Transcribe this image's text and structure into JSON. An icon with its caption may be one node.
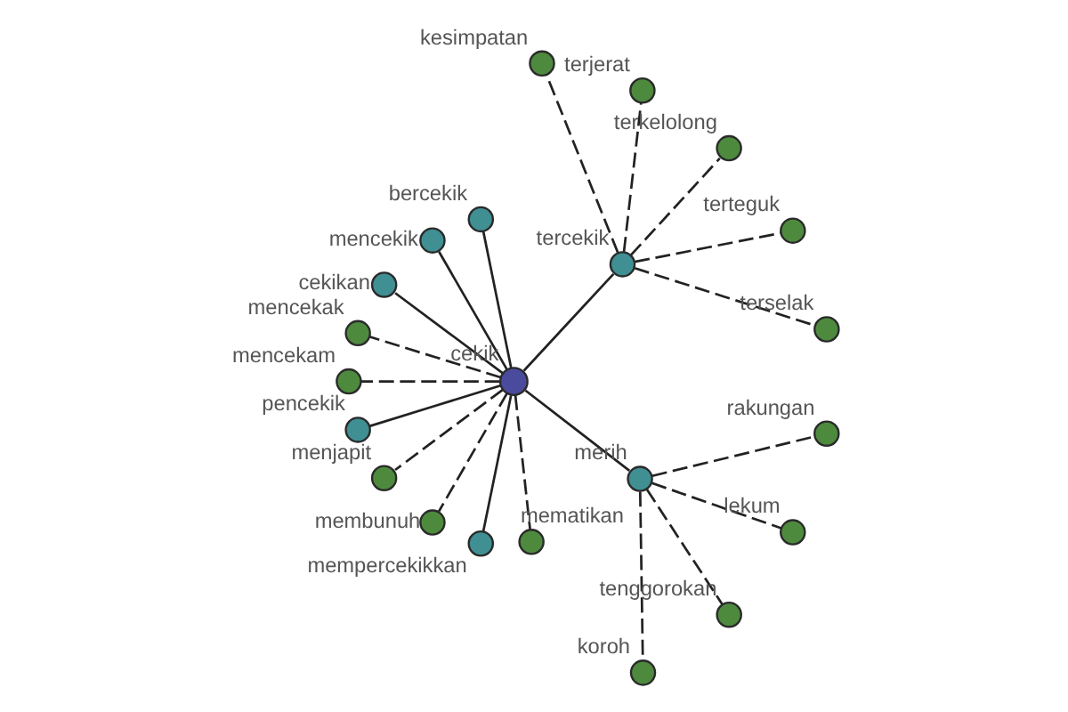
{
  "diagram": {
    "nodes": [
      {
        "text": [],
        "shape": "circle",
        "beside": [
          "terselak"
        ]
      },
      {
        "text": [],
        "shape": "circle",
        "beside": [
          "terteguk"
        ]
      },
      {
        "text": [],
        "shape": "circle",
        "beside": [
          "terkelolong"
        ]
      },
      {
        "text": [],
        "shape": "circle",
        "beside": [
          "terjerat"
        ]
      },
      {
        "text": [],
        "shape": "circle",
        "beside": [
          "kesimpatan"
        ]
      },
      {
        "text": [],
        "shape": "circle",
        "beside": [
          "tercekik"
        ]
      },
      {
        "text": [],
        "shape": "circle",
        "beside": [
          "bercekik"
        ]
      },
      {
        "text": [],
        "shape": "circle",
        "beside": [
          "mencekik"
        ]
      },
      {
        "text": [],
        "shape": "circle",
        "beside": [
          "cekikan"
        ]
      },
      {
        "text": [],
        "shape": "circle",
        "beside": [
          "mencekak"
        ]
      },
      {
        "text": [],
        "shape": "circle",
        "beside": [
          "mencekam"
        ]
      },
      {
        "text": [],
        "shape": "circle",
        "beside": [
          "cekik"
        ]
      },
      {
        "text": [],
        "shape": "circle",
        "beside": [
          "pencekik"
        ]
      },
      {
        "text": [],
        "shape": "circle",
        "beside": [
          "menjapit"
        ]
      },
      {
        "text": [],
        "shape": "circle",
        "beside": [
          "membunuh"
        ]
      },
      {
        "text": [],
        "shape": "circle",
        "beside": [
          "mempercekikkan"
        ]
      },
      {
        "text": [],
        "shape": "circle",
        "beside": [
          "mematikan"
        ]
      },
      {
        "text": [],
        "shape": "circle",
        "beside": [
          "merih"
        ]
      },
      {
        "text": [],
        "shape": "circle",
        "beside": [
          "koroh"
        ]
      },
      {
        "text": [],
        "shape": "circle",
        "beside": [
          "tenggorokan"
        ]
      },
      {
        "text": [],
        "shape": "circle",
        "beside": [
          "lekum"
        ]
      },
      {
        "text": [],
        "shape": "circle",
        "beside": [
          "rakungan"
        ]
      }
    ],
    "edges": [
      {
        "from": 11,
        "to": 5,
        "arrow": "none"
      },
      {
        "from": 11,
        "to": 17,
        "arrow": "none"
      },
      {
        "from": 11,
        "to": 8,
        "arrow": "none"
      },
      {
        "from": 11,
        "to": 6,
        "arrow": "none"
      },
      {
        "from": 11,
        "to": 7,
        "arrow": "none"
      },
      {
        "from": 11,
        "to": 12,
        "arrow": "none"
      },
      {
        "from": 11,
        "to": 15,
        "arrow": "none"
      },
      {
        "from": 11,
        "to": 9,
        "arrow": "none",
        "style": "dashed"
      },
      {
        "from": 11,
        "to": 10,
        "arrow": "none",
        "style": "dashed"
      },
      {
        "from": 11,
        "to": 13,
        "arrow": "none",
        "style": "dashed"
      },
      {
        "from": 11,
        "to": 16,
        "arrow": "none",
        "style": "dashed"
      },
      {
        "from": 11,
        "to": 14,
        "arrow": "none",
        "style": "dashed"
      },
      {
        "from": 5,
        "to": 0,
        "arrow": "none",
        "style": "dashed"
      },
      {
        "from": 5,
        "to": 1,
        "arrow": "none",
        "style": "dashed"
      },
      {
        "from": 5,
        "to": 2,
        "arrow": "none",
        "style": "dashed"
      },
      {
        "from": 5,
        "to": 3,
        "arrow": "none",
        "style": "dashed"
      },
      {
        "from": 5,
        "to": 4,
        "arrow": "none",
        "style": "dashed"
      },
      {
        "from": 17,
        "to": 18,
        "arrow": "none",
        "style": "dashed"
      },
      {
        "from": 17,
        "to": 20,
        "arrow": "none",
        "style": "dashed"
      },
      {
        "from": 17,
        "to": 21,
        "arrow": "none",
        "style": "dashed"
      },
      {
        "from": 17,
        "to": 19,
        "arrow": "none",
        "style": "dashed"
      }
    ]
  }
}
